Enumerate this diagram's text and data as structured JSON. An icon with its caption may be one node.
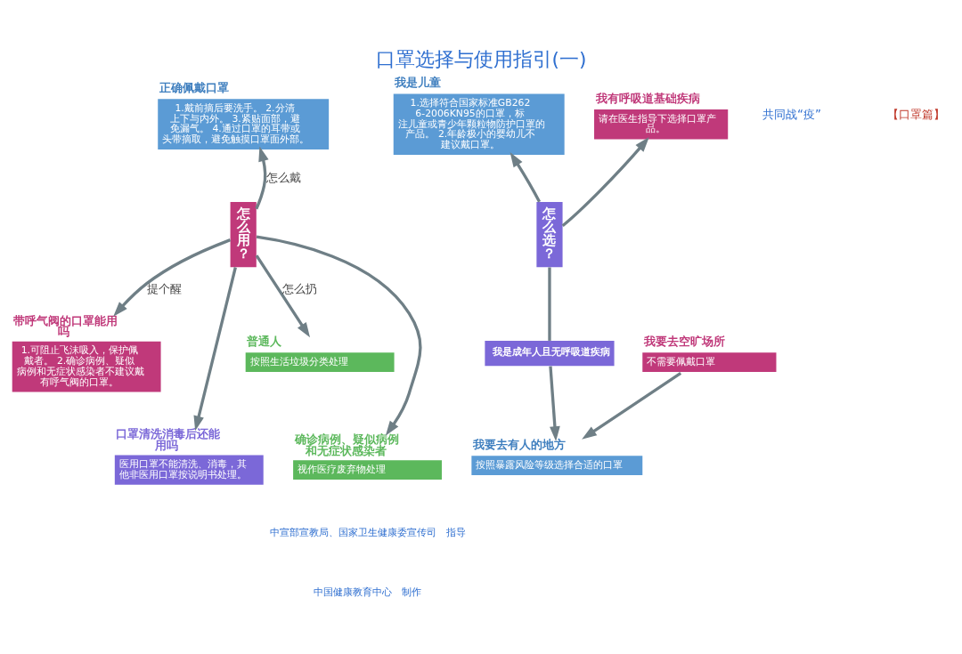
{
  "diagram": {
    "title": "口罩选择与使用指引(一)",
    "nodes": [
      {
        "text": [
          "正确佩戴口罩",
          "1.戴前摘后要洗手。 2.分清上下与内外。 3.紧贴面部，避免漏气。 4.通过口罩的耳带或头带摘取，避免触摸口罩面外部。"
        ]
      },
      {
        "text": [
          "带呼气阀的口罩能用吗",
          "1.可阻止飞沫吸入，保护佩戴者。 2.确诊病例、疑似病例和无症状感染者不建议戴有呼气阀的口罩。"
        ]
      },
      {
        "text": [
          "口罩清洗消毒后还能用吗",
          "医用口罩不能清洗、消毒，其他非医用口罩按说明书处理。"
        ]
      },
      {
        "text": [
          "怎么用？"
        ]
      },
      {
        "text": [
          "普通人",
          "按照生活垃圾分类处理"
        ]
      },
      {
        "text": [
          "确诊病例、疑似病例和无症状感染者",
          "视作医疗废弃物处理"
        ]
      },
      {
        "text": [
          "我是儿童",
          "1.选择符合国家标准GB2626-2006KN95的口罩，标注儿童或青少年颗粒物防护口罩的产品。 2.年龄极小的婴幼儿不建议戴口罩。"
        ]
      },
      {
        "text": [
          "我有呼吸道基础疾病",
          "请在医生指导下选择口罩产品。"
        ]
      },
      {
        "text": [
          "怎么选？"
        ]
      },
      {
        "text": [
          "我是成年人且无呼吸道疾病"
        ]
      },
      {
        "text": [
          "我要去空旷场所",
          "不需要佩戴口罩"
        ]
      },
      {
        "text": [
          "我要去有人的地方",
          "按照暴露风险等级选择合适的口罩"
        ]
      }
    ],
    "edges": [
      {
        "from": 3,
        "to": 0,
        "arrow": "to",
        "label": "怎么戴"
      },
      {
        "from": 3,
        "to": 1,
        "arrow": "to",
        "label": "提个醒"
      },
      {
        "from": 3,
        "to": 2,
        "arrow": "to"
      },
      {
        "from": 3,
        "to": 4,
        "arrow": "to",
        "label": "怎么扔"
      },
      {
        "from": 3,
        "to": 5,
        "arrow": "to"
      },
      {
        "from": 8,
        "to": 6,
        "arrow": "to"
      },
      {
        "from": 8,
        "to": 7,
        "arrow": "to"
      },
      {
        "from": 8,
        "to": 9,
        "arrow": "none"
      },
      {
        "from": 9,
        "to": 11,
        "arrow": "to"
      },
      {
        "from": 10,
        "to": 11,
        "arrow": "to"
      }
    ],
    "labels": [
      "共同战“疫”",
      "【口罩篇】",
      "中宣部宣教局、国家卫生健康委宣传司　指导",
      "中国健康教育中心　制作"
    ]
  }
}
